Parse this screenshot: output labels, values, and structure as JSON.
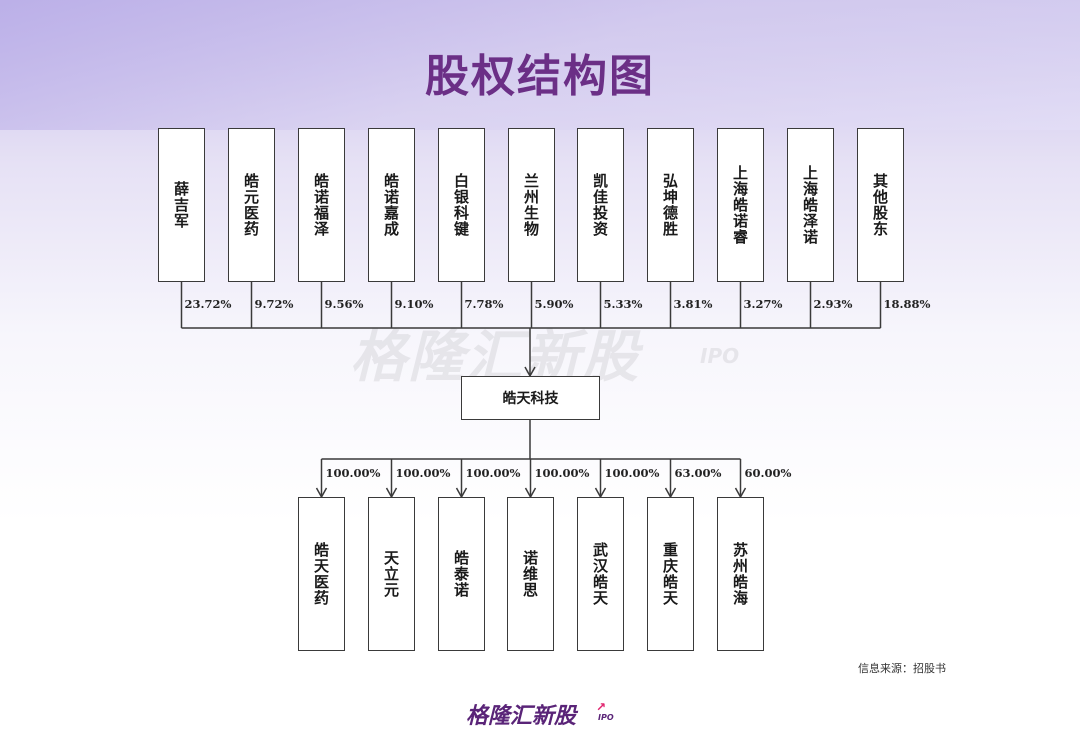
{
  "title": "股权结构图",
  "shareholders": [
    {
      "name": "薛吉军",
      "pct": "23.72%"
    },
    {
      "name": "皓元医药",
      "pct": "9.72%"
    },
    {
      "name": "皓诺福泽",
      "pct": "9.56%"
    },
    {
      "name": "皓诺嘉成",
      "pct": "9.10%"
    },
    {
      "name": "白银科键",
      "pct": "7.78%"
    },
    {
      "name": "兰州生物",
      "pct": "5.90%"
    },
    {
      "name": "凯佳投资",
      "pct": "5.33%"
    },
    {
      "name": "弘坤德胜",
      "pct": "3.81%"
    },
    {
      "name": "上海皓诺睿",
      "pct": "3.27%"
    },
    {
      "name": "上海皓泽诺",
      "pct": "2.93%"
    },
    {
      "name": "其他股东",
      "pct": "18.88%"
    }
  ],
  "company": "皓天科技",
  "subsidiaries": [
    {
      "name": "皓天医药",
      "pct": "100.00%"
    },
    {
      "name": "天立元",
      "pct": "100.00%"
    },
    {
      "name": "皓泰诺",
      "pct": "100.00%"
    },
    {
      "name": "诺维思",
      "pct": "100.00%"
    },
    {
      "name": "武汉皓天",
      "pct": "100.00%"
    },
    {
      "name": "重庆皓天",
      "pct": "63.00%"
    },
    {
      "name": "苏州皓海",
      "pct": "60.00%"
    }
  ],
  "watermark": {
    "text": "格隆汇新股",
    "suffix": "IPO"
  },
  "source": "信息来源：招股书",
  "logo": {
    "text": "格隆汇新股",
    "suffix": "IPO"
  },
  "colors": {
    "title": "#6b2f86",
    "logo": "#5a2478",
    "line": "#3a3a3a"
  }
}
